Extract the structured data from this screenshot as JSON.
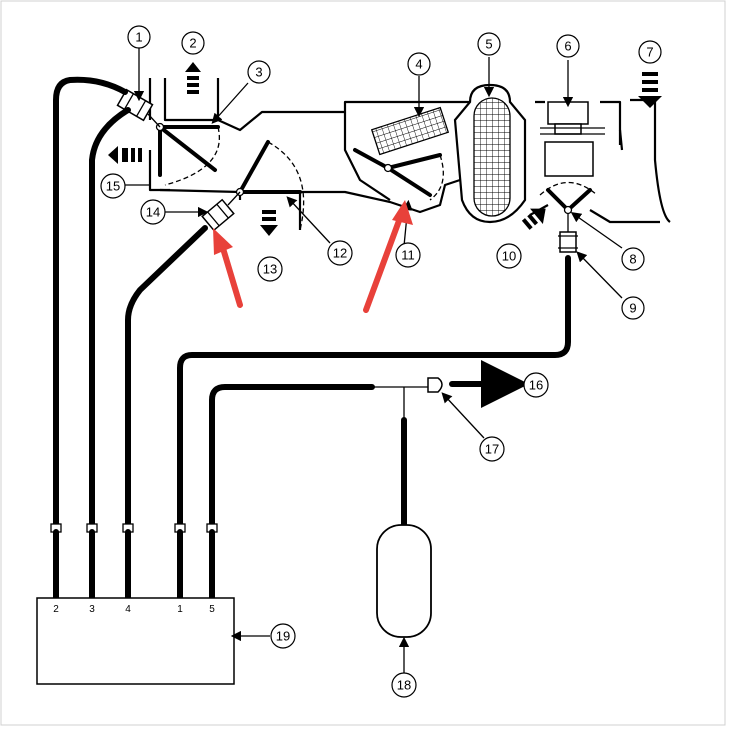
{
  "callouts": {
    "c1": "1",
    "c2": "2",
    "c3": "3",
    "c4": "4",
    "c5": "5",
    "c6": "6",
    "c7": "7",
    "c8": "8",
    "c9": "9",
    "c10": "10",
    "c11": "11",
    "c12": "12",
    "c13": "13",
    "c14": "14",
    "c15": "15",
    "c16": "16",
    "c17": "17",
    "c18": "18",
    "c19": "19"
  },
  "module_ports": [
    "2",
    "3",
    "4",
    "1",
    "5"
  ],
  "colors": {
    "line": "#000000",
    "highlight_arrow": "#e8413a",
    "background": "#ffffff"
  }
}
